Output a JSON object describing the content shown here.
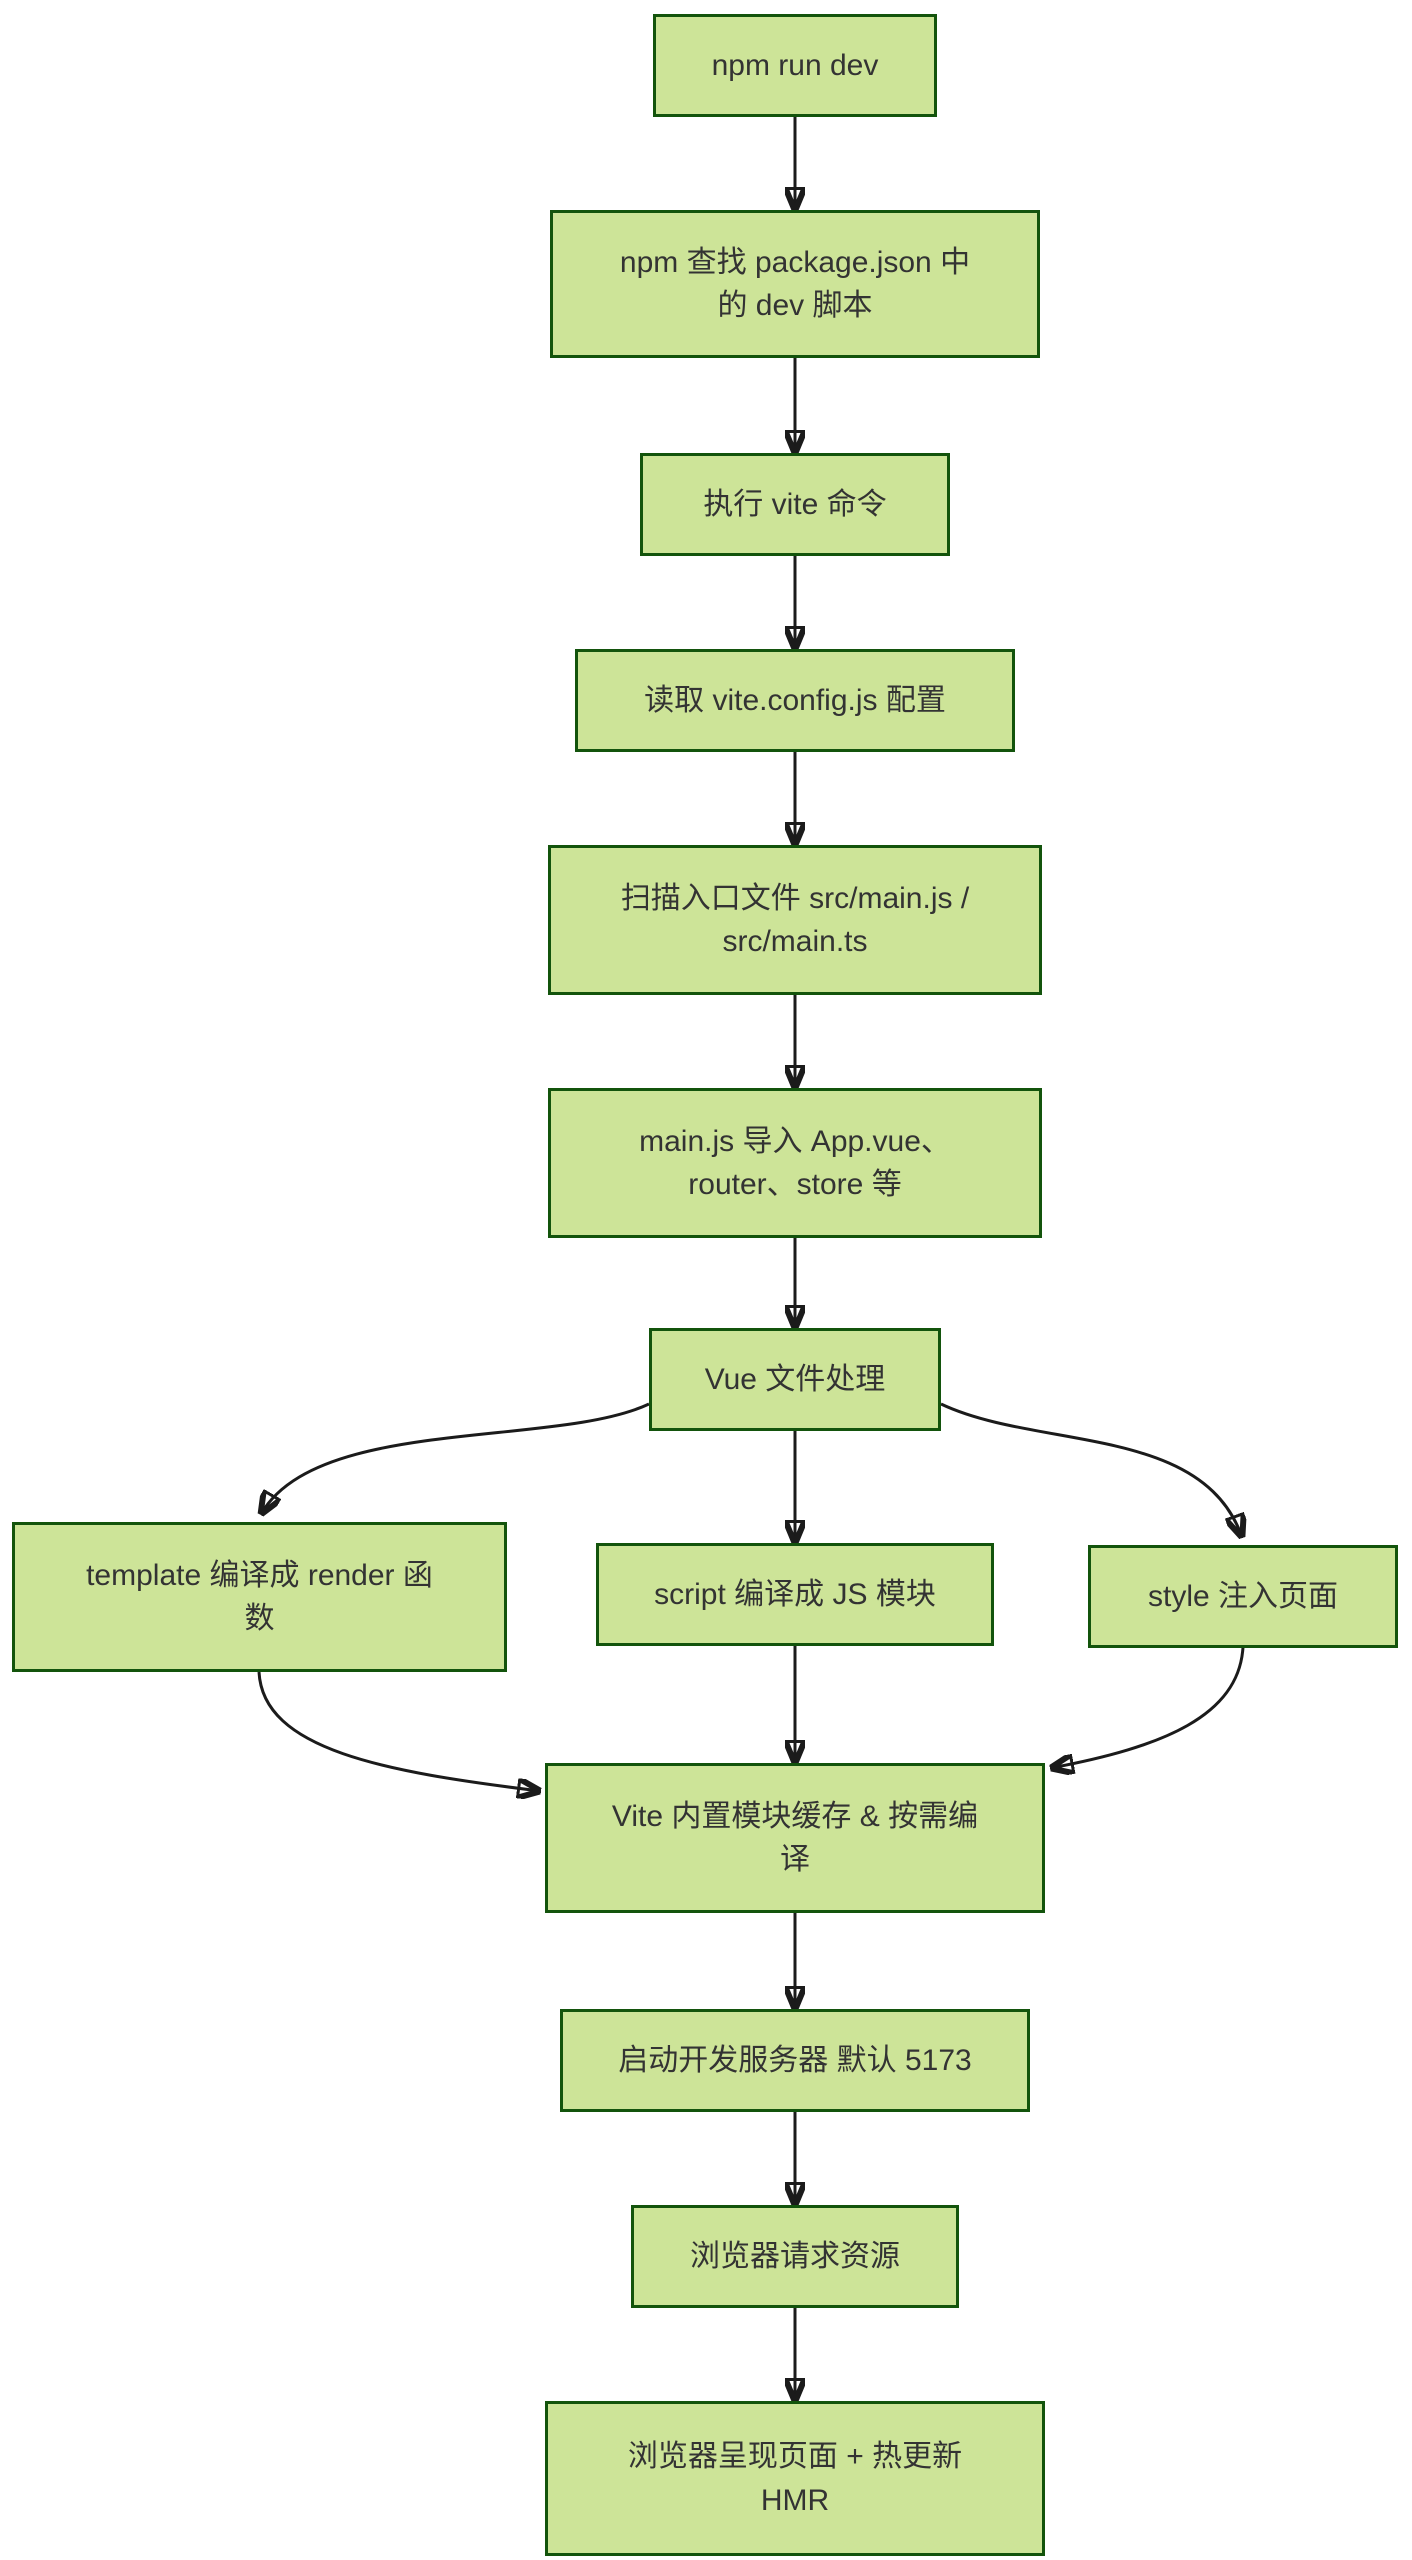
{
  "diagram": {
    "type": "flowchart",
    "direction": "top-down",
    "theme": {
      "node_fill": "#cde498",
      "node_border": "#13540c",
      "edge_color": "#1b1b1b",
      "text_color": "#333333",
      "background": "#ffffff"
    },
    "nodes": {
      "start": {
        "label": "npm run dev"
      },
      "find_script": {
        "label": "npm 查找 package.json 中\n的 dev 脚本"
      },
      "run_vite": {
        "label": "执行 vite 命令"
      },
      "read_config": {
        "label": "读取 vite.config.js 配置"
      },
      "scan_entry": {
        "label": "扫描入口文件 src/main.js /\nsrc/main.ts"
      },
      "main_imports": {
        "label": "main.js 导入 App.vue、\nrouter、store 等"
      },
      "vue_process": {
        "label": "Vue 文件处理"
      },
      "template_compile": {
        "label": "template 编译成 render 函\n数"
      },
      "script_compile": {
        "label": "script 编译成 JS 模块"
      },
      "style_inject": {
        "label": "style 注入页面"
      },
      "vite_cache": {
        "label": "Vite 内置模块缓存 & 按需编\n译"
      },
      "dev_server": {
        "label": "启动开发服务器 默认 5173"
      },
      "browser_request": {
        "label": "浏览器请求资源"
      },
      "browser_render": {
        "label": "浏览器呈现页面 + 热更新\nHMR"
      }
    },
    "edges": [
      {
        "from": "start",
        "to": "find_script"
      },
      {
        "from": "find_script",
        "to": "run_vite"
      },
      {
        "from": "run_vite",
        "to": "read_config"
      },
      {
        "from": "read_config",
        "to": "scan_entry"
      },
      {
        "from": "scan_entry",
        "to": "main_imports"
      },
      {
        "from": "main_imports",
        "to": "vue_process"
      },
      {
        "from": "vue_process",
        "to": "template_compile"
      },
      {
        "from": "vue_process",
        "to": "script_compile"
      },
      {
        "from": "vue_process",
        "to": "style_inject"
      },
      {
        "from": "template_compile",
        "to": "vite_cache"
      },
      {
        "from": "script_compile",
        "to": "vite_cache"
      },
      {
        "from": "style_inject",
        "to": "vite_cache"
      },
      {
        "from": "vite_cache",
        "to": "dev_server"
      },
      {
        "from": "dev_server",
        "to": "browser_request"
      },
      {
        "from": "browser_request",
        "to": "browser_render"
      }
    ]
  }
}
